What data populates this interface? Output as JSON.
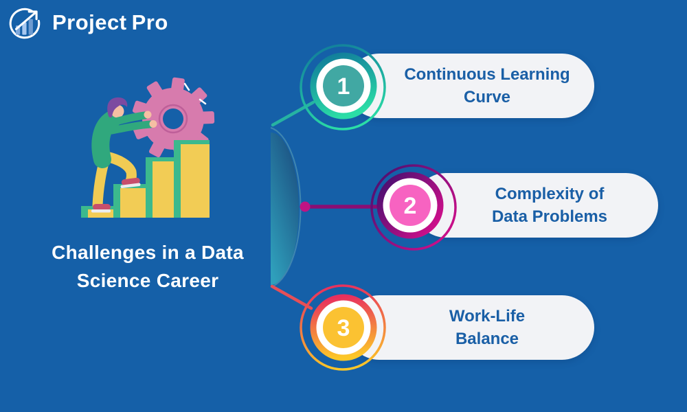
{
  "canvas": {
    "background": "#1560A8"
  },
  "logo": {
    "brand_primary": "Project",
    "brand_secondary": "Pro",
    "text_color": "#FFFFFF",
    "icon_name": "growth-chart-circle-icon",
    "icon_stroke": "#FFFFFF",
    "bar_colors": [
      "#7FA9DC",
      "#A8C8F0",
      "#6E9BD0"
    ]
  },
  "title": {
    "lines": [
      "Challenges in a Data",
      "Science Career"
    ],
    "color": "#FFFFFF"
  },
  "pill": {
    "background": "#F2F3F6",
    "text_color": "#1A5FA6"
  },
  "badge": {
    "number_color": "#FFFFFF",
    "inner_ring_color": "#FFFFFF"
  },
  "items": [
    {
      "number": "1",
      "lines": [
        "Continuous Learning",
        "Curve"
      ],
      "ring_gradient": [
        "#117D9B",
        "#2BDDA6"
      ],
      "disc_color": "#41A8A3",
      "connector_color": "#26B3A2"
    },
    {
      "number": "2",
      "lines": [
        "Complexity of",
        "Data Problems"
      ],
      "ring_gradient": [
        "#461070",
        "#D80F8C"
      ],
      "disc_color": "#F763C1",
      "connector_color": "#8A0E74"
    },
    {
      "number": "3",
      "lines": [
        "Work-Life",
        "Balance"
      ],
      "ring_gradient": [
        "#E82F5E",
        "#FCC728"
      ],
      "disc_color": "#FBC232",
      "connector_color": "#E64F57"
    }
  ],
  "divider": {
    "name": "half-circle-divider",
    "gradient_top": "#1B4E80",
    "gradient_bottom": "#2F9FBB",
    "outline_color": "#3F86B0",
    "dot_color": "#C01483"
  },
  "illustration": {
    "name": "person-pushing-gear-up-stairs",
    "colors": {
      "gear": "#D77BAD",
      "gear_ring": "#BE5F99",
      "stair_top": "#3CB98D",
      "stair_front": "#F2CC55",
      "sweater": "#30A87D",
      "pants": "#F0CB54",
      "hair": "#7C4AA0",
      "skin": "#F5BFA3",
      "shoe": "#C74F6C",
      "sole": "#ECECEF",
      "highlight": "#FFFFFF"
    }
  }
}
